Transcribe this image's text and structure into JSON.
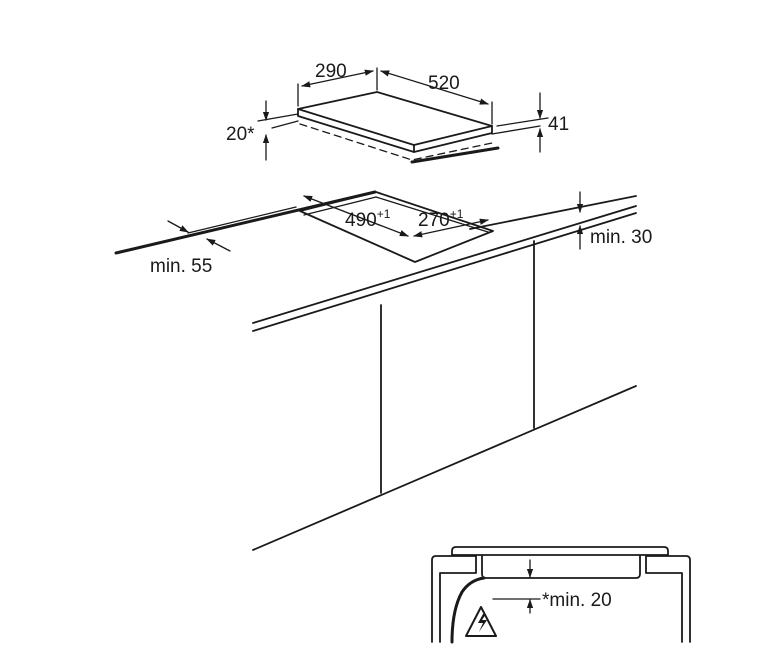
{
  "labels": {
    "hob_depth": "290",
    "hob_width": "520",
    "hob_height": "41",
    "hob_clearance": "20*",
    "cutout_width": "490",
    "cutout_width_tol": "+1",
    "cutout_depth": "270",
    "cutout_depth_tol": "+1",
    "min_back": "min. 30",
    "min_front": "min. 55",
    "min_below": "*min. 20"
  },
  "icons": {
    "electrical_warning": "high-voltage-warning-icon"
  }
}
